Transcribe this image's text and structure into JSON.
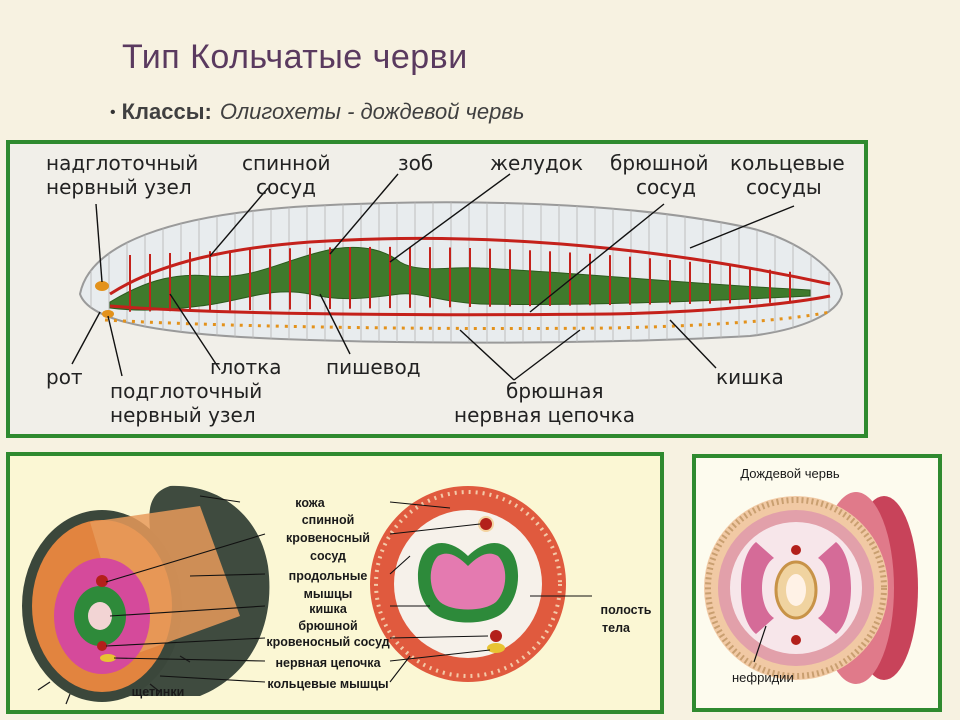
{
  "slide": {
    "title": "Тип Кольчатые  черви",
    "class_label": "Классы:",
    "class_value": "Олигохеты - дождевой червь"
  },
  "longitudinal": {
    "labels": {
      "supra_ganglion_1": "надглоточный",
      "supra_ganglion_2": "нервный узел",
      "dorsal_vessel_1": "спинной",
      "dorsal_vessel_2": "сосуд",
      "crop": "зоб",
      "stomach": "желудок",
      "ventral_vessel_1": "брюшной",
      "ventral_vessel_2": "сосуд",
      "ring_vessels_1": "кольцевые",
      "ring_vessels_2": "сосуды",
      "mouth": "рот",
      "pharynx": "глотка",
      "esophagus": "пишевод",
      "sub_ganglion_1": "подглоточный",
      "sub_ganglion_2": "нервный узел",
      "nerve_chain_1": "брюшная",
      "nerve_chain_2": "нервная цепочка",
      "intestine": "кишка"
    }
  },
  "cross_section": {
    "labels": {
      "skin": "кожа",
      "dorsal_1": "спинной",
      "dorsal_2": "кровеносный",
      "dorsal_3": "сосуд",
      "long_muscles_1": "продольные",
      "long_muscles_2": "мышцы",
      "gut": "кишка",
      "ventral_1": "брюшной",
      "ventral_2": "кровеносный сосуд",
      "nerve_chain": "нервная цепочка",
      "ring_muscles": "кольцевые мышцы",
      "setae": "щетинки",
      "cavity_1": "полость",
      "cavity_2": "тела"
    }
  },
  "nephridia_panel": {
    "title": "Дождевой червь",
    "label": "нефридии"
  }
}
